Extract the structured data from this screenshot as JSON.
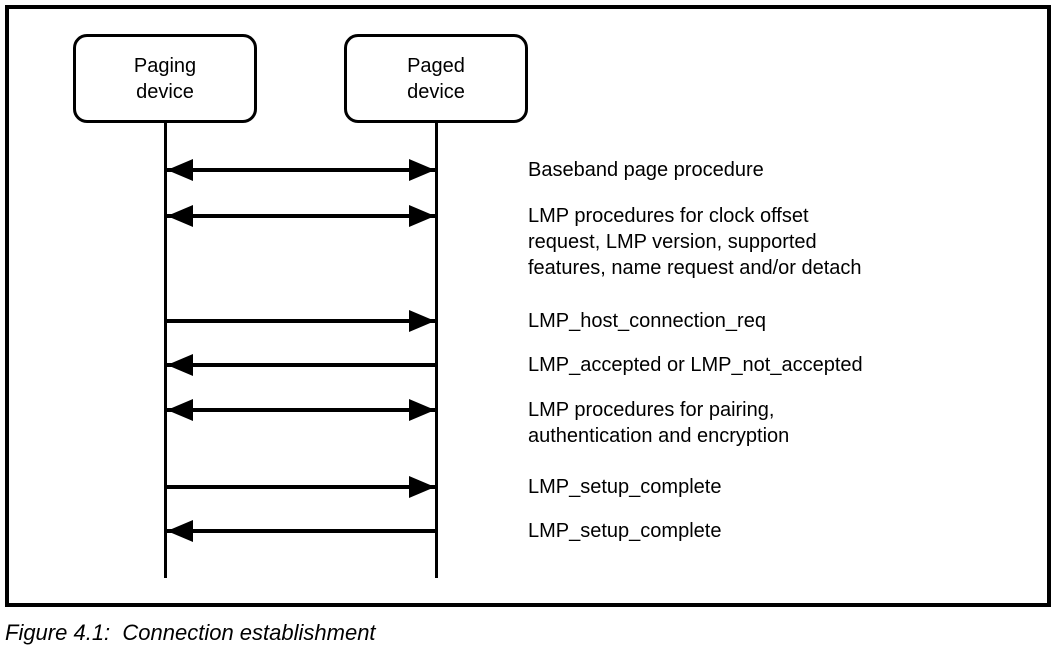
{
  "figure": {
    "caption": "Figure 4.1:  Connection establishment"
  },
  "diagram": {
    "type": "sequence",
    "colors": {
      "line": "#000000",
      "background": "#ffffff",
      "text": "#000000"
    },
    "actors": [
      {
        "id": "paging-device",
        "label": "Paging\ndevice"
      },
      {
        "id": "paged-device",
        "label": "Paged\ndevice"
      }
    ],
    "messages": [
      {
        "label": "Baseband page procedure",
        "direction": "both"
      },
      {
        "label": "LMP procedures for clock offset\nrequest, LMP version, supported\nfeatures, name request and/or detach",
        "direction": "both"
      },
      {
        "label": "LMP_host_connection_req",
        "direction": "right"
      },
      {
        "label": "LMP_accepted or LMP_not_accepted",
        "direction": "left"
      },
      {
        "label": "LMP procedures for pairing,\nauthentication and encryption",
        "direction": "both"
      },
      {
        "label": "LMP_setup_complete",
        "direction": "right"
      },
      {
        "label": "LMP_setup_complete",
        "direction": "left"
      }
    ]
  }
}
